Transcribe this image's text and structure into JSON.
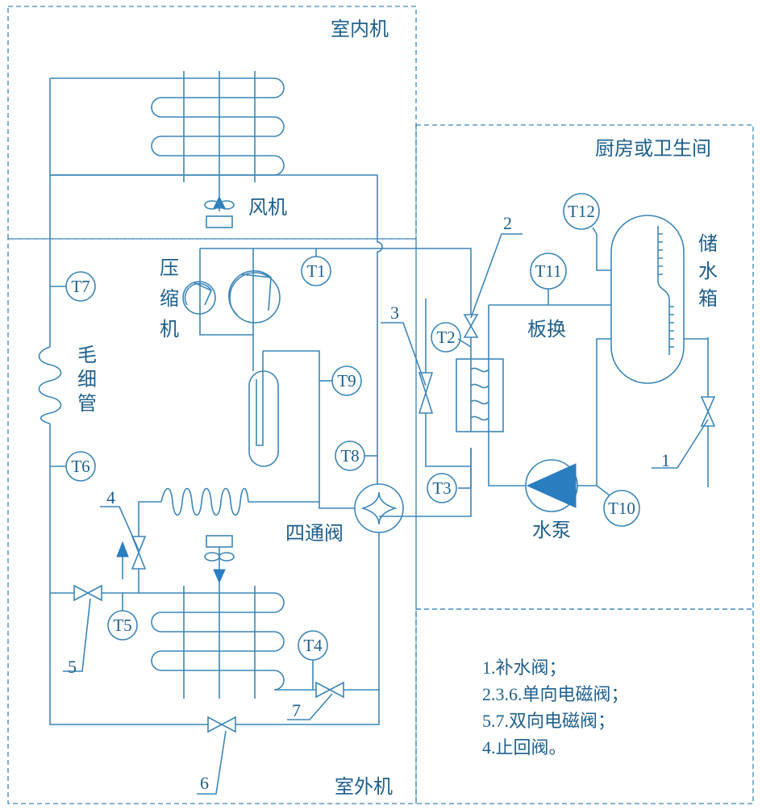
{
  "zones": {
    "indoor": "室内机",
    "kitchen": "厨房或卫生间",
    "outdoor": "室外机"
  },
  "components": {
    "fan": "风机",
    "compressor": [
      "压",
      "缩",
      "机"
    ],
    "capillary": [
      "毛",
      "细",
      "管"
    ],
    "four_way_valve": "四通阀",
    "plate_hx": "板换",
    "water_pump": "水泵",
    "tank": [
      "储",
      "水",
      "箱"
    ]
  },
  "sensors": [
    "T1",
    "T2",
    "T3",
    "T4",
    "T5",
    "T6",
    "T7",
    "T8",
    "T9",
    "T10",
    "T11",
    "T12"
  ],
  "valve_numbers": [
    "1",
    "2",
    "3",
    "4",
    "5",
    "6",
    "7"
  ],
  "legend": [
    "1.补水阀；",
    "2.3.6.单向电磁阀；",
    "5.7.双向电磁阀；",
    "4.止回阀。"
  ],
  "colors": {
    "line": "#3d86b8",
    "accent": "#2a7ec0"
  }
}
